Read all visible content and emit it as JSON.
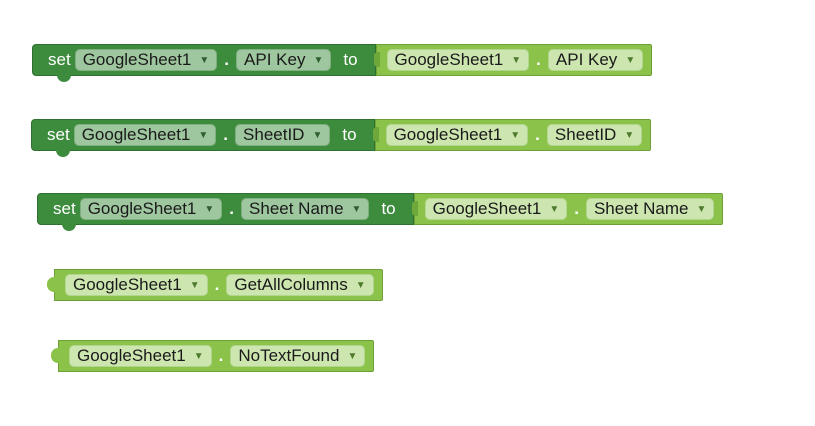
{
  "colors": {
    "setter_block": "#3d8b3d",
    "getter_block": "#8bc34a",
    "setter_dropdown": "#9fc79f",
    "getter_dropdown": "#cde6b0"
  },
  "keywords": {
    "set": "set",
    "to": "to",
    "dot": "."
  },
  "blocks": [
    {
      "kind": "setter",
      "component": "GoogleSheet1",
      "property": "API Key",
      "value_component": "GoogleSheet1",
      "value_property": "API Key"
    },
    {
      "kind": "setter",
      "component": "GoogleSheet1",
      "property": "SheetID",
      "value_component": "GoogleSheet1",
      "value_property": "SheetID"
    },
    {
      "kind": "setter",
      "component": "GoogleSheet1",
      "property": "Sheet Name",
      "value_component": "GoogleSheet1",
      "value_property": "Sheet Name"
    },
    {
      "kind": "getter",
      "component": "GoogleSheet1",
      "property": "GetAllColumns"
    },
    {
      "kind": "getter",
      "component": "GoogleSheet1",
      "property": "NoTextFound"
    }
  ],
  "icons": {
    "dropdown": "▼"
  }
}
